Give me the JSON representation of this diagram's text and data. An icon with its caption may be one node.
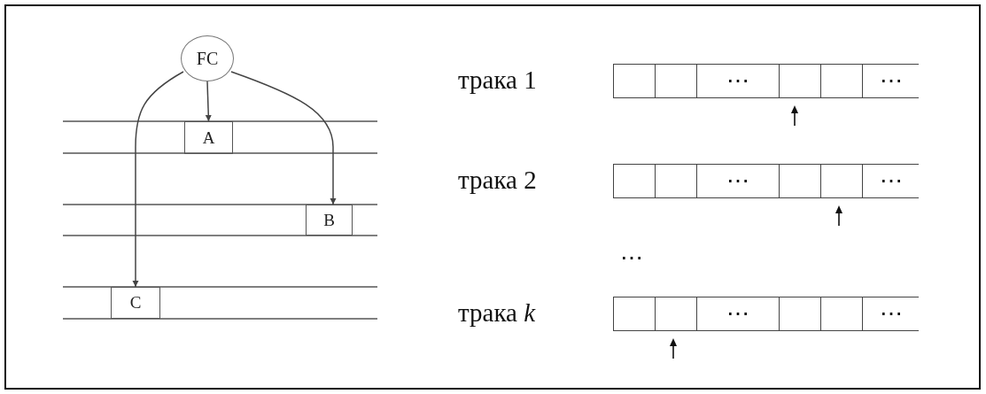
{
  "diagram": {
    "nodes": [
      {
        "text": [
          "FC"
        ]
      },
      {
        "text": [
          "A"
        ]
      },
      {
        "text": [
          "B"
        ]
      },
      {
        "text": [
          "C"
        ]
      }
    ],
    "edges": [
      {
        "from": 0,
        "to": 1,
        "arrow": "to"
      },
      {
        "from": 0,
        "to": 2,
        "arrow": "to"
      },
      {
        "from": 0,
        "to": 3,
        "arrow": "to"
      }
    ],
    "labels": [
      "трака 1",
      "⋯",
      "⋯",
      "трака 2",
      "⋯",
      "⋯",
      "⋯",
      "трака *k*",
      "⋯",
      "⋯"
    ]
  }
}
